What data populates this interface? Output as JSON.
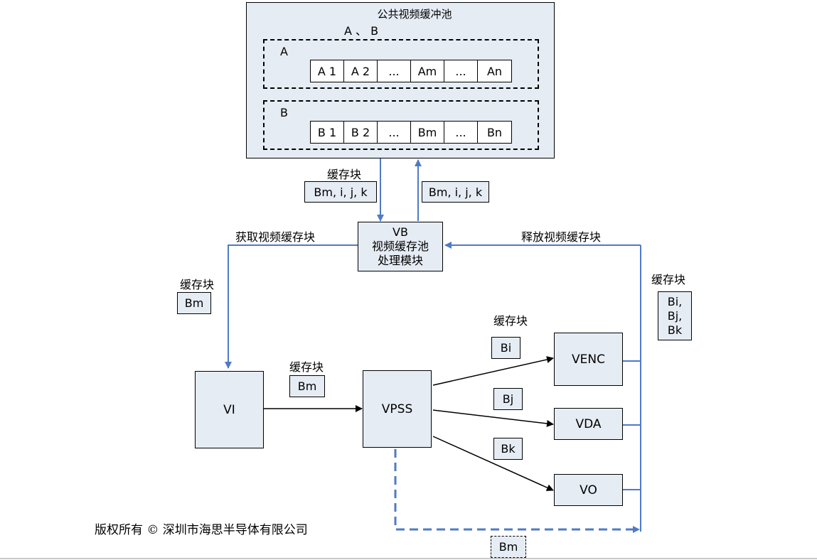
{
  "pool": {
    "title": "公共视频缓冲池",
    "subtitle": "A 、 B",
    "group_a": {
      "label": "A",
      "cells": [
        "A 1",
        "A 2",
        "...",
        "Am",
        "...",
        "An"
      ]
    },
    "group_b": {
      "label": "B",
      "cells": [
        "B 1",
        "B 2",
        "...",
        "Bm",
        "...",
        "Bn"
      ]
    }
  },
  "vb": {
    "line1": "VB",
    "line2": "视频缓存池",
    "line3": "处理模块"
  },
  "arrows": {
    "down_caption": "缓存块",
    "down_tag": "Bm, i, j, k",
    "up_tag": "Bm, i, j, k",
    "acquire": "获取视频缓存块",
    "release": "释放视频缓存块"
  },
  "left": {
    "caption": "缓存块",
    "tag": "Bm"
  },
  "right": {
    "caption": "缓存块",
    "tag_lines": [
      "Bi,",
      "Bj,",
      "Bk"
    ]
  },
  "modules": {
    "vi": "VI",
    "vpss": "VPSS",
    "venc": "VENC",
    "vda": "VDA",
    "vo": "VO"
  },
  "vi_vpss": {
    "caption": "缓存块",
    "tag": "Bm"
  },
  "vpss_out": {
    "caption": "缓存块",
    "tag_i": "Bi",
    "tag_j": "Bj",
    "tag_k": "Bk"
  },
  "bottom_tag": "Bm",
  "copyright": "版权所有 © 深圳市海思半导体有限公司",
  "colors": {
    "box_fill": "#e6ecf4",
    "blue_line": "#4f7bc4",
    "black_line": "#000000"
  }
}
